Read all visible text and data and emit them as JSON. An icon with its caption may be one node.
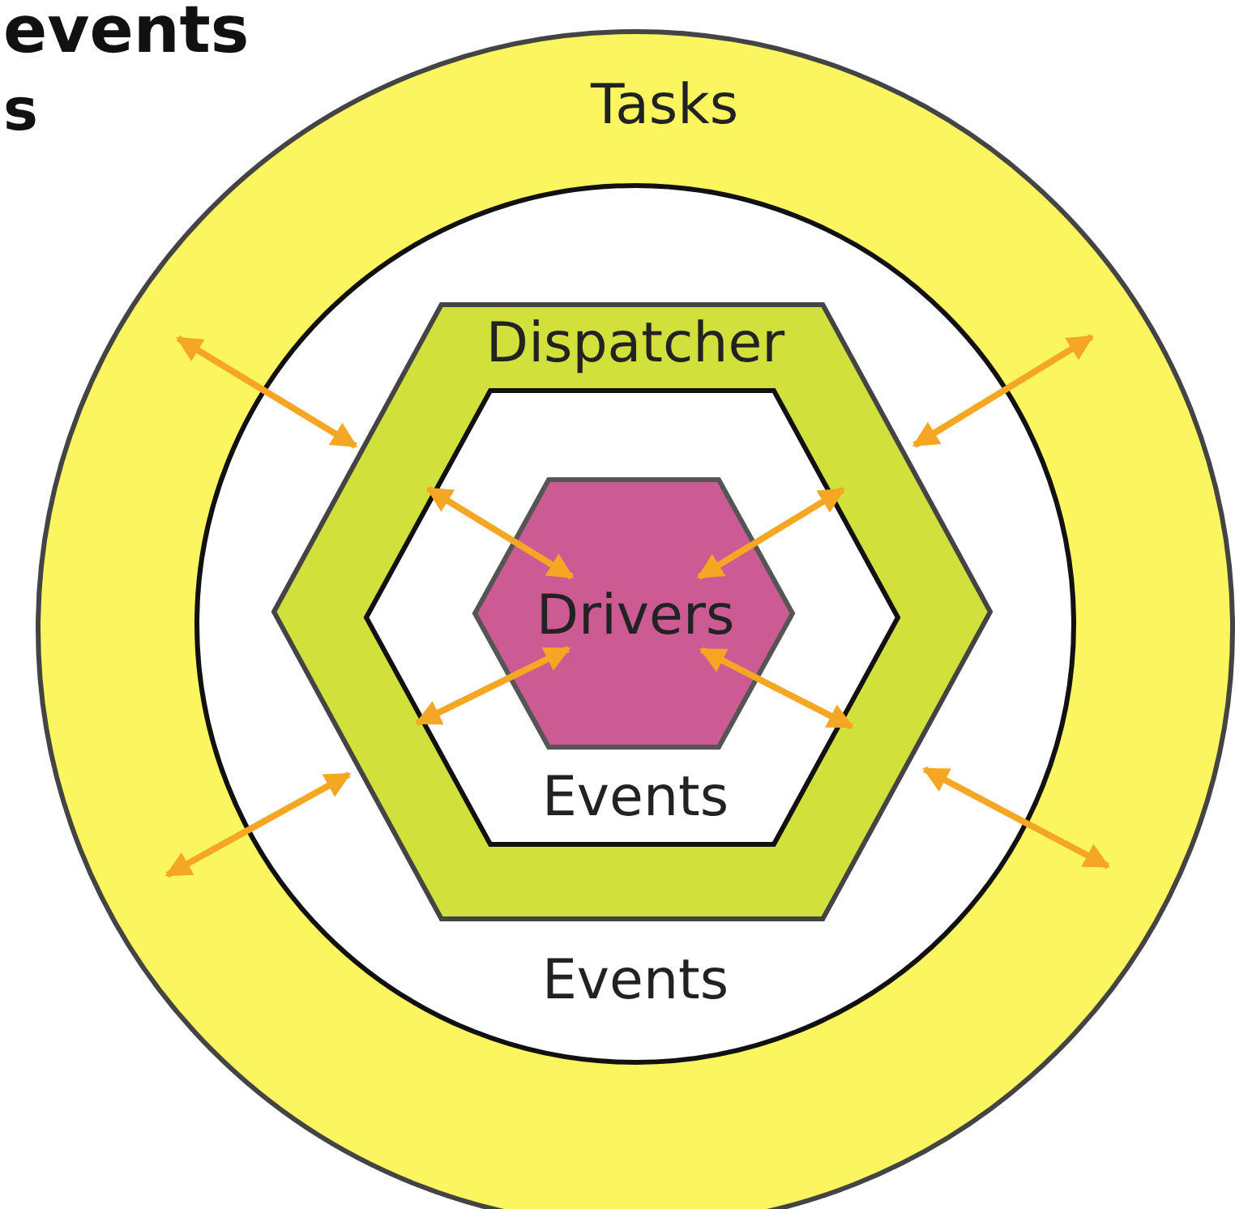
{
  "diagram": {
    "nodes": [
      {
        "text": [
          "Tasks"
        ]
      },
      {
        "text": [
          "Events"
        ],
        "in": 0
      },
      {
        "text": [
          "Dispatcher"
        ],
        "in": 1
      },
      {
        "text": [
          "Events"
        ],
        "in": 2
      },
      {
        "text": [
          "Drivers"
        ],
        "in": 3
      }
    ],
    "edges": [
      {
        "from": 2,
        "to": 0,
        "arrow": "both"
      },
      {
        "from": 2,
        "to": 0,
        "arrow": "both"
      },
      {
        "from": 4,
        "to": 2,
        "arrow": "both"
      },
      {
        "from": 4,
        "to": 2,
        "arrow": "both"
      },
      {
        "from": 4,
        "to": 2,
        "arrow": "both"
      },
      {
        "from": 4,
        "to": 2,
        "arrow": "both"
      },
      {
        "from": 2,
        "to": 0,
        "arrow": "both"
      },
      {
        "from": 2,
        "to": 0,
        "arrow": "both"
      }
    ],
    "labels": [
      "events",
      "s"
    ]
  }
}
